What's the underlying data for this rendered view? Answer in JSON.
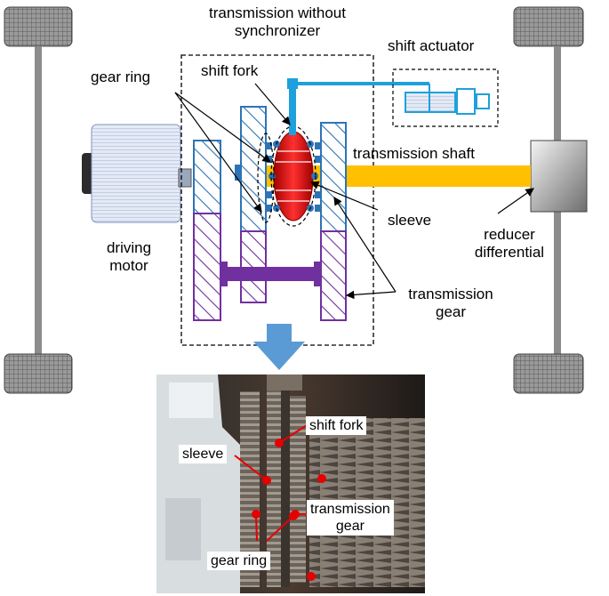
{
  "diagram": {
    "labels": {
      "transmission_title_line1": "transmission without",
      "transmission_title_line2": "synchronizer",
      "shift_actuator": "shift actuator",
      "gear_ring": "gear ring",
      "shift_fork": "shift fork",
      "transmission_shaft": "transmission shaft",
      "sleeve": "sleeve",
      "reducer_line1": "reducer",
      "reducer_line2": "differential",
      "driving_motor_line1": "driving",
      "driving_motor_line2": "motor",
      "transmission_gear_line1": "transmission",
      "transmission_gear_line2": "gear"
    },
    "photo_labels": {
      "shift_fork": "shift fork",
      "sleeve": "sleeve",
      "transmission_gear_line1": "transmission",
      "transmission_gear_line2": "gear",
      "gear_ring": "gear ring"
    },
    "colors": {
      "upper_gear": "#2e74b5",
      "lower_gear": "#7030a0",
      "sleeve": "#e60000",
      "shift_fork": "#1ea0dc",
      "shaft": "#ffc000",
      "motor": "#dfe6f3",
      "arrow": "#5b9bd5",
      "photo_marker": "#e60000"
    }
  }
}
